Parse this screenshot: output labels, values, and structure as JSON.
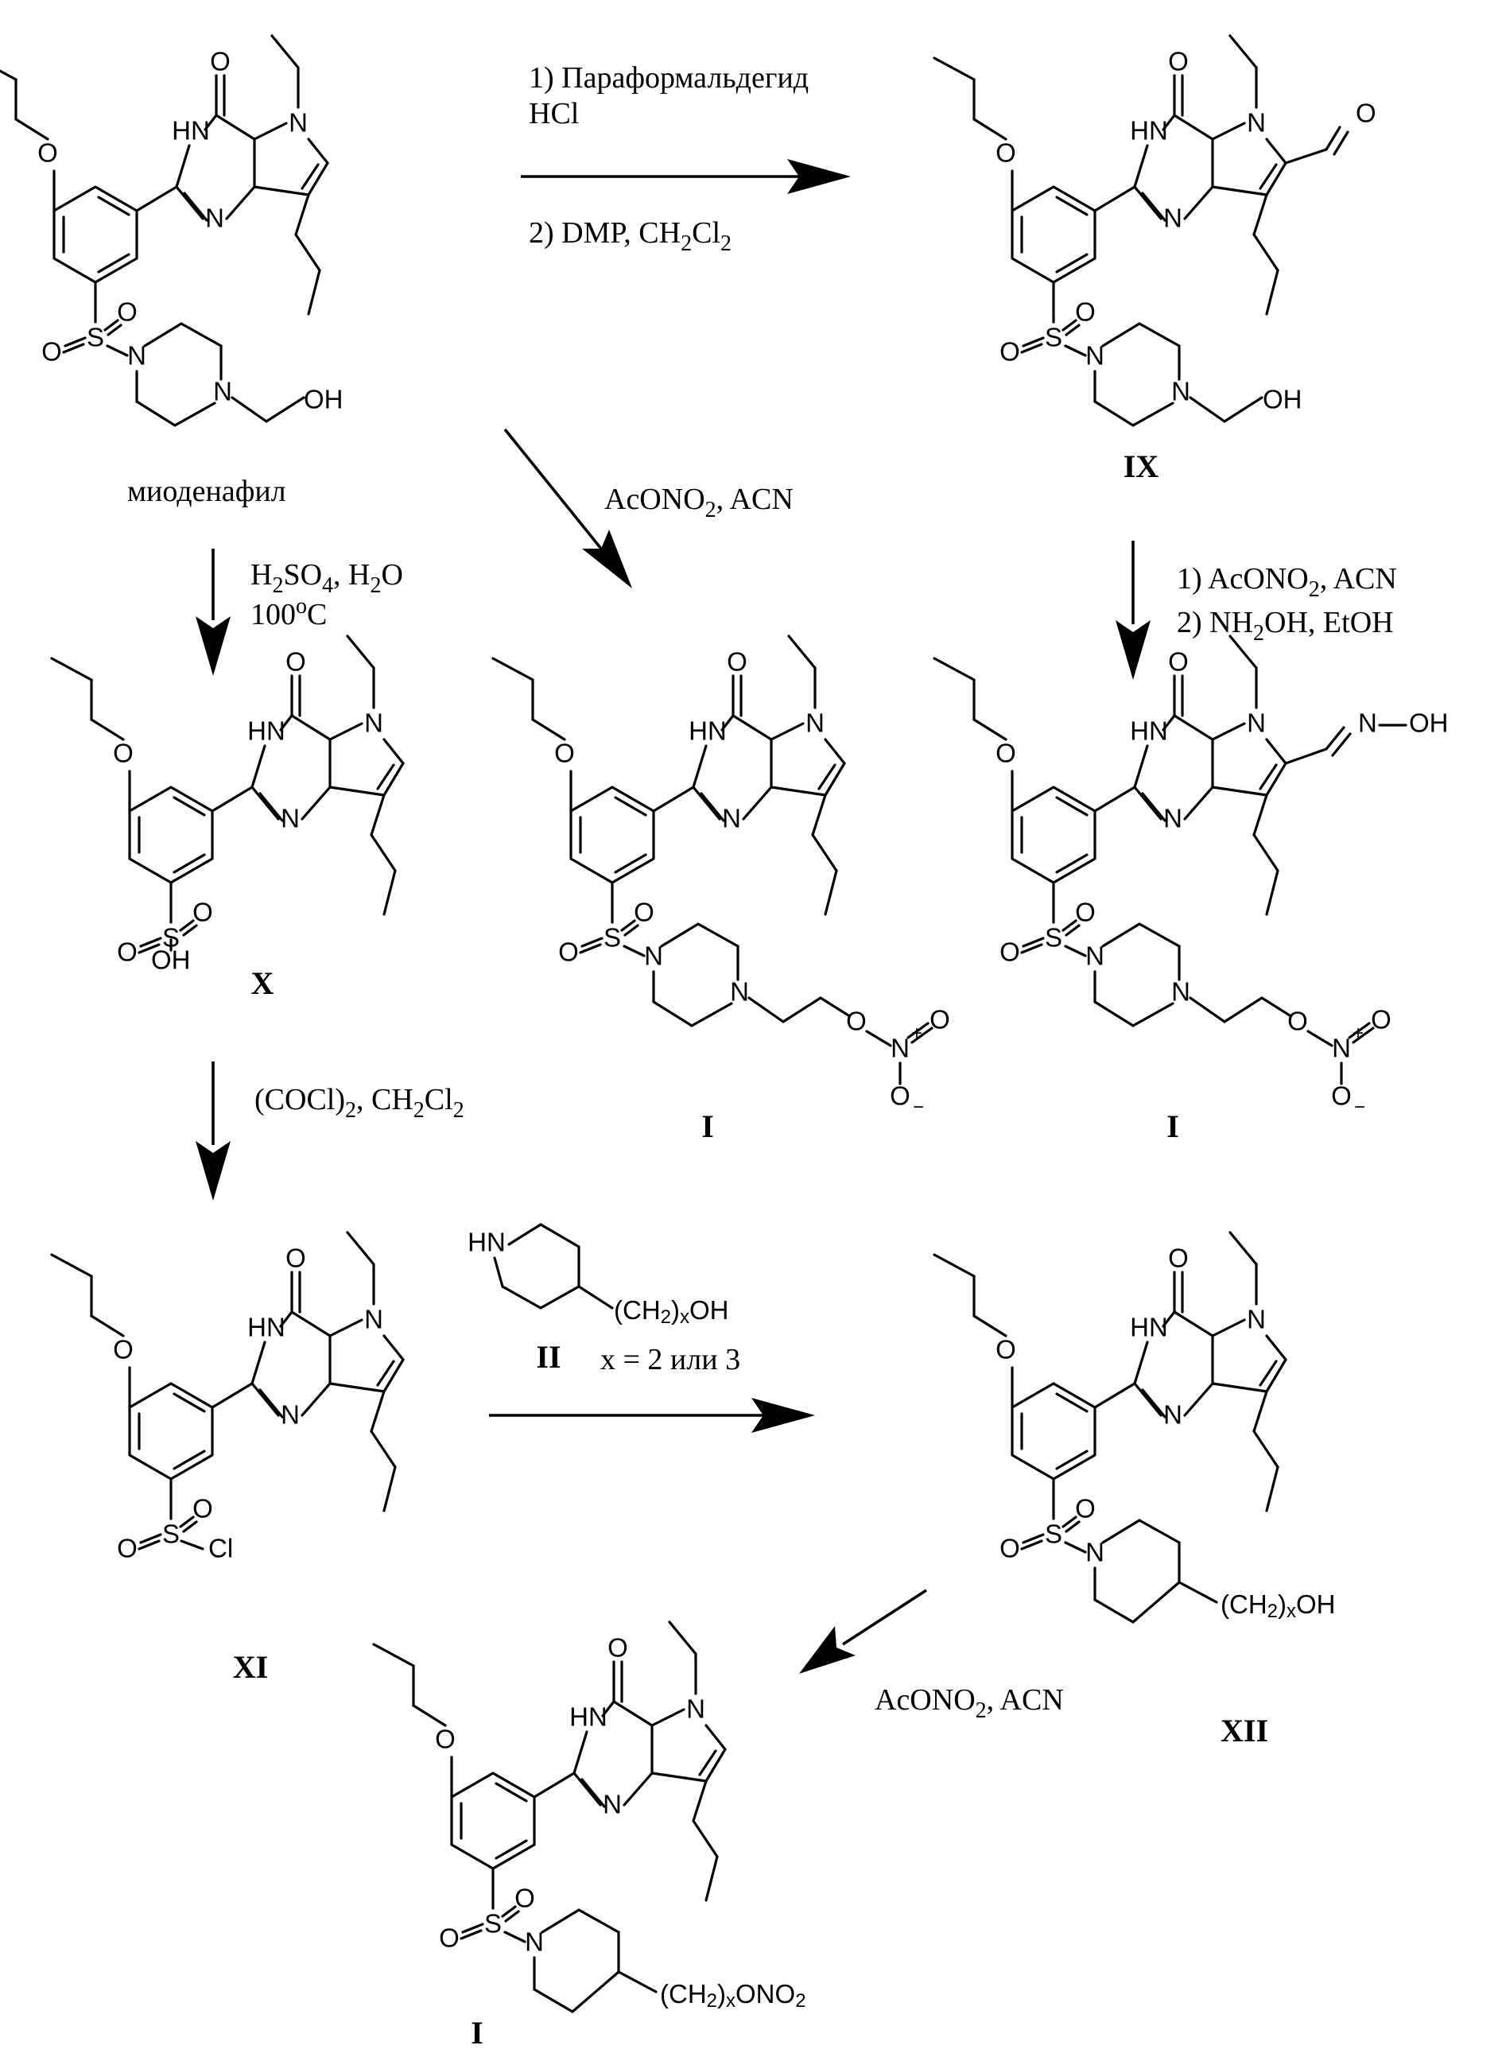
{
  "compounds": {
    "mirodenafil": {
      "label": "",
      "name": "миоденафил"
    },
    "IX": {
      "label": "IX"
    },
    "X": {
      "label": "X"
    },
    "I_a": {
      "label": "I"
    },
    "I_b": {
      "label": "I"
    },
    "XI": {
      "label": "XI"
    },
    "II": {
      "label": "II"
    },
    "XII": {
      "label": "XII"
    },
    "I_c": {
      "label": "I"
    }
  },
  "reagents": {
    "step1_line1": "1) Параформальдегид",
    "step1_line2": "HCl",
    "step1_line3_pre": "2) DMP, CH",
    "step1_line3_sub1": "2",
    "step1_line3_mid": "Cl",
    "step1_line3_sub2": "2",
    "step2_pre": "AcONO",
    "step2_sub": "2",
    "step2_post": ", ACN",
    "step3_line1_pre": "1) AcONO",
    "step3_line1_sub": "2",
    "step3_line1_post": ", ACN",
    "step3_line2_pre": "2) NH",
    "step3_line2_sub": "2",
    "step3_line2_post": "OH, EtOH",
    "step4_line1_pre": "H",
    "step4_line1_sub1": "2",
    "step4_line1_mid": "SO",
    "step4_line1_sub2": "4",
    "step4_line1_post": ", H",
    "step4_line1_sub3": "2",
    "step4_line1_end": "O",
    "step4_line2_pre": "100",
    "step4_line2_sup": "o",
    "step4_line2_post": "C",
    "step5_pre": "(COCl)",
    "step5_sub1": "2",
    "step5_mid": ", CH",
    "step5_sub2": "2",
    "step5_mid2": "Cl",
    "step5_sub3": "2",
    "step6_cond": "x = 2 или 3",
    "step7_pre": "AcONO",
    "step7_sub": "2",
    "step7_post": ", ACN"
  },
  "atoms": {
    "O": "O",
    "N": "N",
    "HN": "HN",
    "S": "S",
    "OH": "OH",
    "Cl": "Cl",
    "ch2x_pre": "(CH",
    "ch2x_sub1": "2",
    "ch2x_sub2": "x",
    "ch2x_post": "OH",
    "ch2x_ono2_post": "ONO",
    "ch2x_ono2_sub": "2",
    "nitro_N": "N",
    "nitro_plus": "+",
    "nitro_minus": "−"
  }
}
